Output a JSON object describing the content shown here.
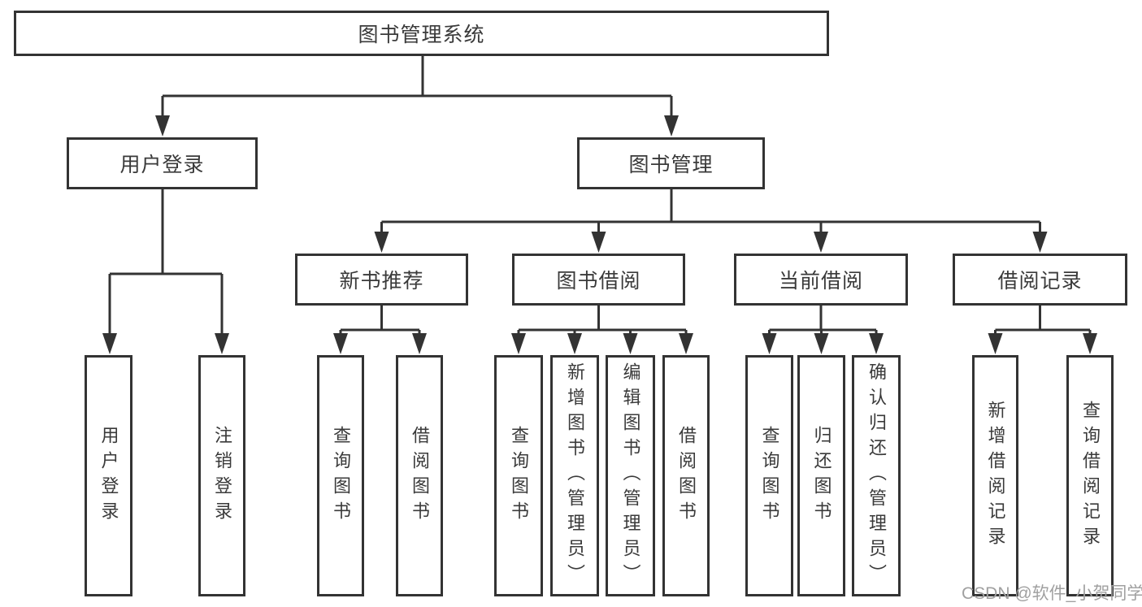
{
  "diagram": {
    "root": {
      "label": "图书管理系统"
    },
    "branches": [
      {
        "label": "用户登录",
        "children": [
          {
            "label": "用户登录"
          },
          {
            "label": "注销登录"
          }
        ]
      },
      {
        "label": "图书管理",
        "children": [
          {
            "label": "新书推荐",
            "children": [
              {
                "label": "查询图书"
              },
              {
                "label": "借阅图书"
              }
            ]
          },
          {
            "label": "图书借阅",
            "children": [
              {
                "label": "查询图书"
              },
              {
                "label": "新增图书（管理员）"
              },
              {
                "label": "编辑图书（管理员）"
              },
              {
                "label": "借阅图书"
              }
            ]
          },
          {
            "label": "当前借阅",
            "children": [
              {
                "label": "查询图书"
              },
              {
                "label": "归还图书"
              },
              {
                "label": "确认归还（管理员）"
              }
            ]
          },
          {
            "label": "借阅记录",
            "children": [
              {
                "label": "新增借阅记录"
              },
              {
                "label": "查询借阅记录"
              }
            ]
          }
        ]
      }
    ]
  },
  "watermark": {
    "text": "CSDN @软件_小贺同学"
  },
  "colors": {
    "line": "#333333",
    "box_border": "#333333",
    "text": "#3a3a3a",
    "watermark": "#a0a0a0",
    "background": "#ffffff"
  }
}
